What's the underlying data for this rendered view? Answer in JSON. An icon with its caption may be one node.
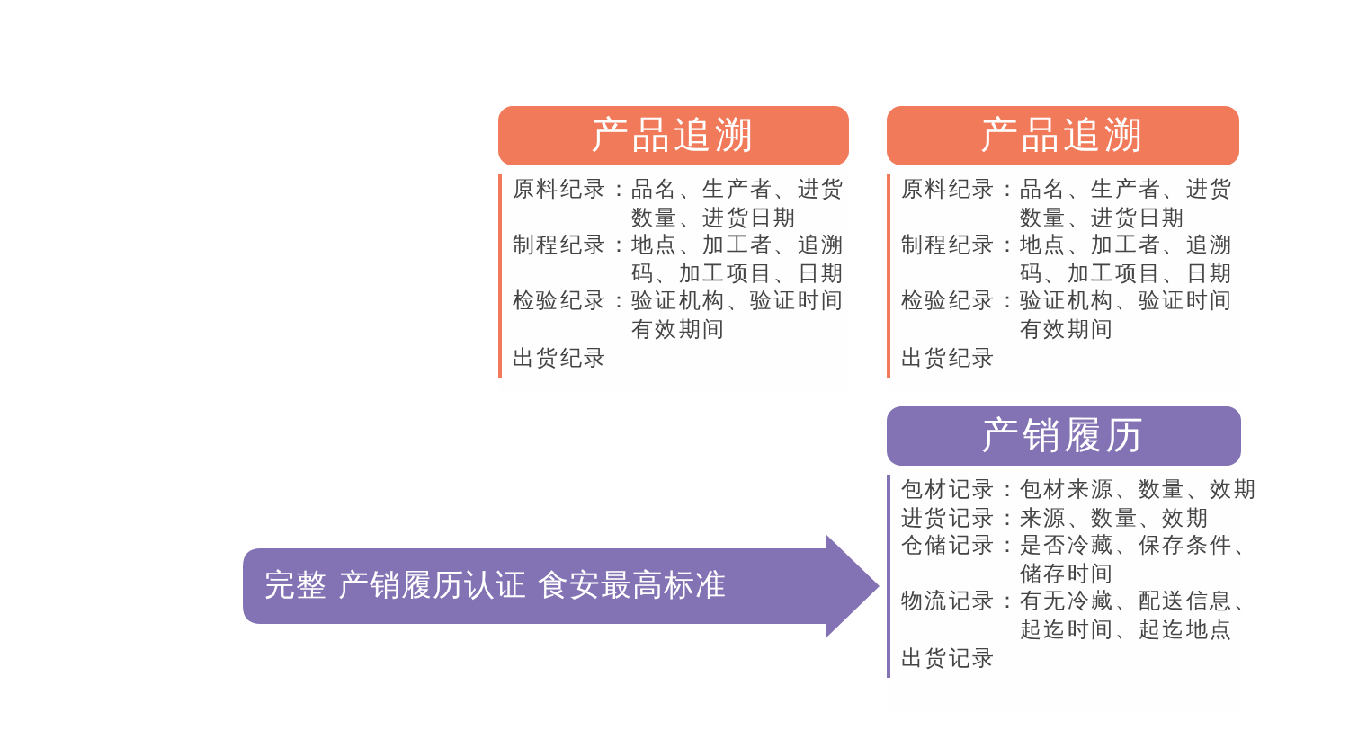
{
  "diagram": {
    "nodes": [
      {
        "text": [
          "产品追溯",
          "原料纪录：品名、生产者、进货数量、进货日期",
          "制程纪录：地点、加工者、追溯码、加工项目、日期",
          "检验纪录：验证机构、验证时间有效期间",
          "出货纪录"
        ]
      },
      {
        "text": [
          "产品追溯",
          "原料纪录：品名、生产者、进货数量、进货日期",
          "制程纪录：地点、加工者、追溯码、加工项目、日期",
          "检验纪录：验证机构、验证时间有效期间",
          "出货纪录"
        ]
      },
      {
        "text": [
          "产销履历",
          "包材记录：包材来源、数量、效期",
          "进货记录：来源、数量、效期",
          "仓储记录：是否冷藏、保存条件、储存时间",
          "物流记录：有无冷藏、配送信息、起迄时间、起迄地点",
          "出货记录"
        ]
      },
      {
        "text": [
          "完整 产销履历认证 食安最高标准"
        ]
      }
    ]
  }
}
